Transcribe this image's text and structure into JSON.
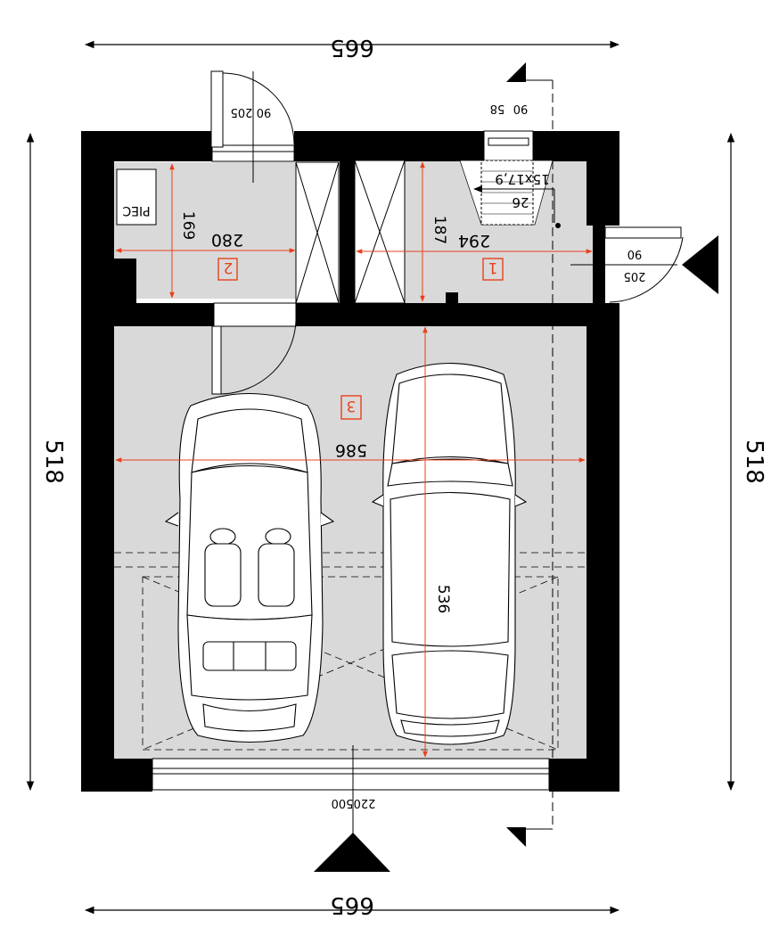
{
  "dimensions": {
    "top_width": "665",
    "bottom_width": "665",
    "left_depth": "518",
    "right_depth": "518"
  },
  "rooms": [
    {
      "number": "1",
      "width": "294",
      "depth": "187"
    },
    {
      "number": "2",
      "width": "280",
      "depth": "169"
    },
    {
      "number": "3",
      "width": "586",
      "depth": "536"
    }
  ],
  "furnace_label": "PIEC",
  "stairs": {
    "steps": "15x17,9",
    "run": "26"
  },
  "door_entry_top": {
    "width": "90",
    "height": "205"
  },
  "door_right": {
    "width": "90",
    "height": "205"
  },
  "window_top": {
    "width": "90",
    "height": "58"
  },
  "garage_door": {
    "width": "500",
    "height": "220"
  },
  "colors": {
    "wall": "#000000",
    "floor": "#d9d9d9",
    "dimension_red": "#e8401c",
    "line": "#000000"
  }
}
